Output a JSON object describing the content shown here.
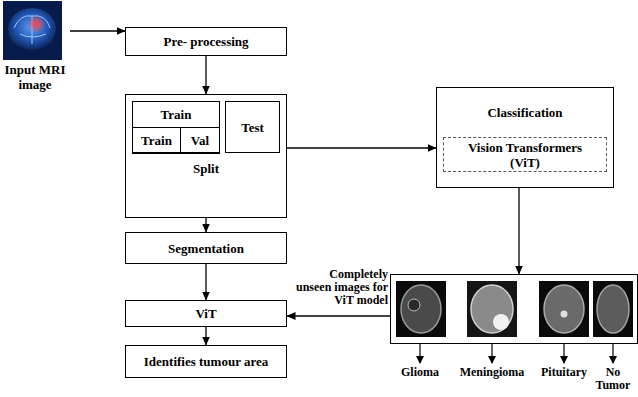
{
  "diagram": {
    "nodes": [
      {
        "text": [
          "Input MRI image"
        ]
      },
      {
        "text": [
          "Pre- processing"
        ]
      },
      {
        "text": [
          "Split"
        ]
      },
      {
        "text": [
          "Train"
        ],
        "in": 2
      },
      {
        "text": [
          "Train"
        ],
        "in": 3
      },
      {
        "text": [
          "Val"
        ],
        "in": 3
      },
      {
        "text": [
          "Test"
        ],
        "in": 2
      },
      {
        "text": [
          "Classification"
        ]
      },
      {
        "text": [
          "Vision Transformers (ViT)"
        ],
        "in": 7
      },
      {
        "text": [
          "Segmentation"
        ]
      },
      {
        "text": [
          "ViT"
        ]
      },
      {
        "text": [
          "Identifies tumour area"
        ]
      },
      {
        "text": [
          "Glioma",
          "Meningioma",
          "Pituitary",
          "No Tumor"
        ]
      }
    ],
    "edges": [
      {
        "from": 0,
        "to": 1,
        "arrow": "to"
      },
      {
        "from": 1,
        "to": 2,
        "arrow": "to"
      },
      {
        "from": 2,
        "to": 9,
        "arrow": "to"
      },
      {
        "from": 9,
        "to": 10,
        "arrow": "to"
      },
      {
        "from": 10,
        "to": 11,
        "arrow": "to"
      },
      {
        "from": 2,
        "to": 7,
        "arrow": "to"
      },
      {
        "from": 7,
        "to": 12,
        "arrow": "to"
      },
      {
        "from": 12,
        "to": 10,
        "label": "Completely unseen images for ViT model",
        "arrow": "to"
      }
    ]
  }
}
